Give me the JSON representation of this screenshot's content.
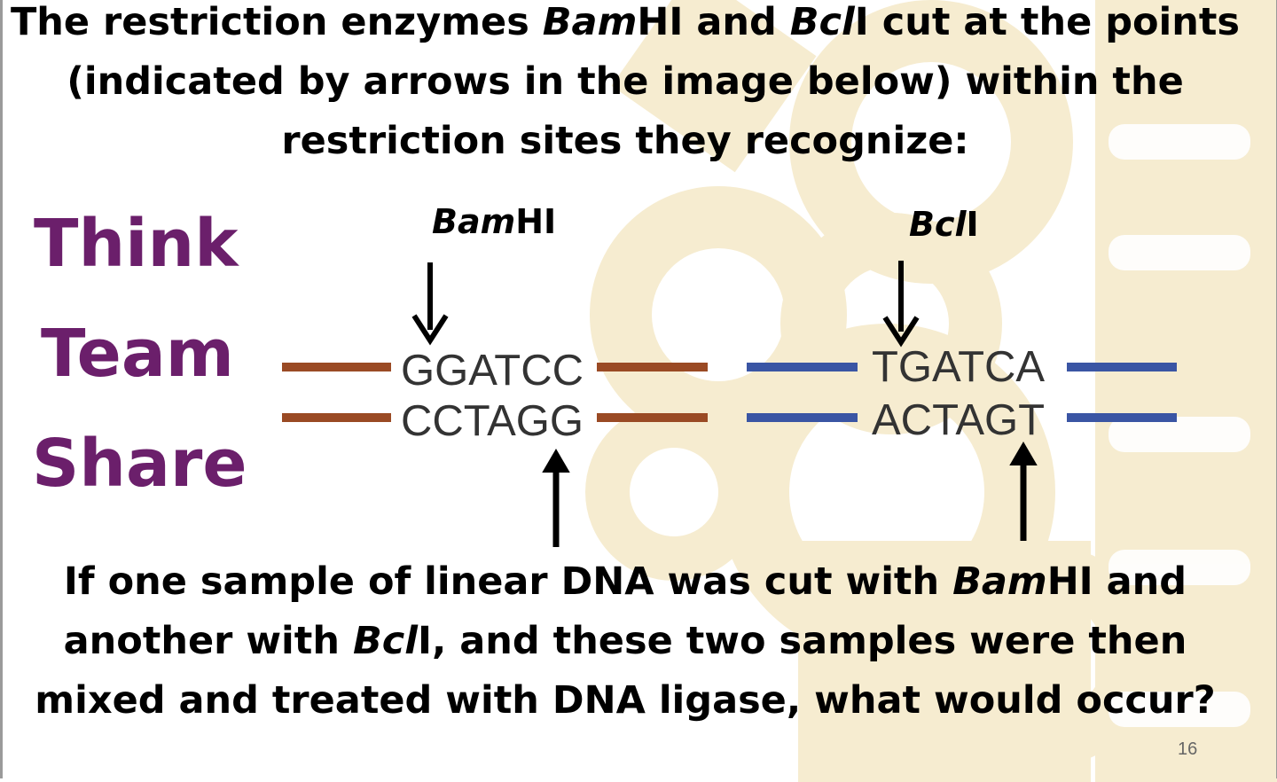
{
  "heading": {
    "part1": "The restriction enzymes ",
    "bamhi_italic": "Bam",
    "bamhi_rest": "HI",
    "part2": " and ",
    "bcli_italic": "Bcl",
    "bcli_rest": "I",
    "part3": " cut at the points (indicated by arrows in the image below) within the restriction sites they recognize:"
  },
  "think_team_share": {
    "think": "Think",
    "team": "Team",
    "share": "Share",
    "color": "#6b1f6b"
  },
  "bamhi": {
    "label_italic": "Bam",
    "label_rest": "HI",
    "top_strand": "GGATCC",
    "bottom_strand": "CCTAGG",
    "line_color": "#9a4a24"
  },
  "bcli": {
    "label_italic": "Bcl",
    "label_rest": "I",
    "top_strand": "TGATCA",
    "bottom_strand": "ACTAGT",
    "line_color": "#3a55a4"
  },
  "question": {
    "part1": "If one sample of linear DNA was cut with ",
    "bamhi_italic": "Bam",
    "bamhi_rest": "HI",
    "part2": " and another with ",
    "bcli_italic": "Bcl",
    "bcli_rest": "I",
    "part3": ", and these two samples were then mixed and treated with DNA ligase, what would occur?"
  },
  "page_number": "16",
  "watermark_color": "#f5e9c8"
}
